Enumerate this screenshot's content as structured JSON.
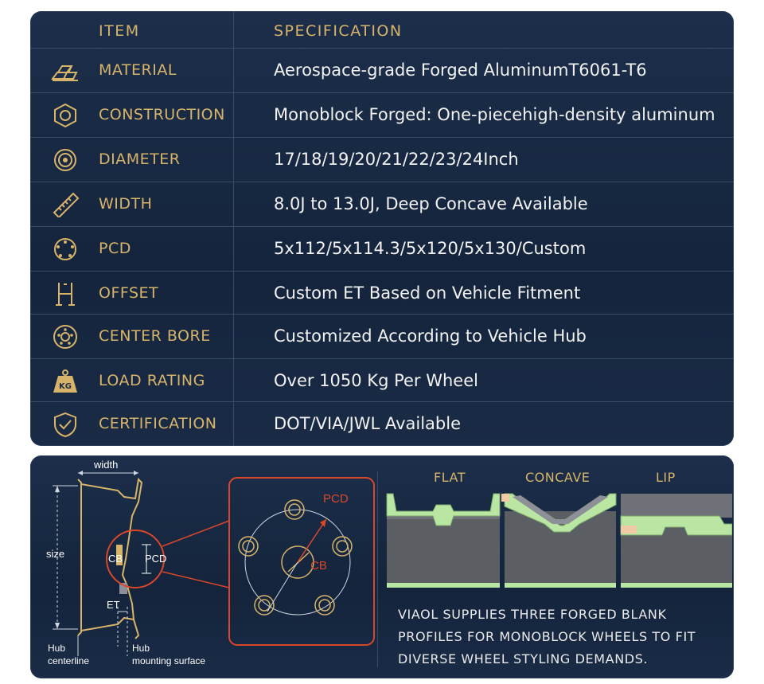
{
  "spec_table": {
    "header_item": "ITEM",
    "header_spec": "SPECIFICATION",
    "rows": [
      {
        "label": "MATERIAL",
        "value": "Aerospace-grade Forged AluminumT6061-T6",
        "icon": "gold-bars-icon"
      },
      {
        "label": "CONSTRUCTION",
        "value": "Monoblock Forged: One-piecehigh-density aluminum",
        "icon": "hex-nut-icon"
      },
      {
        "label": "DIAMETER",
        "value": "17/18/19/20/21/22/23/24Inch",
        "icon": "concentric-circle-icon"
      },
      {
        "label": "WIDTH",
        "value": "8.0J to 13.0J, Deep Concave Available",
        "icon": "ruler-icon"
      },
      {
        "label": "PCD",
        "value": "5x112/5x114.3/5x120/5x130/Custom",
        "icon": "bolt-pattern-icon"
      },
      {
        "label": "OFFSET",
        "value": "Custom ET Based on Vehicle Fitment",
        "icon": "offset-icon"
      },
      {
        "label": "CENTER BORE",
        "value": "Customized According to Vehicle Hub",
        "icon": "hub-icon"
      },
      {
        "label": "LOAD RATING",
        "value": "Over 1050 Kg Per Wheel",
        "icon": "weight-kg-icon"
      },
      {
        "label": "CERTIFICATION",
        "value": "DOT/VIA/JWL Available",
        "icon": "shield-check-icon"
      }
    ],
    "kg_text": "KG"
  },
  "diagram": {
    "width_label": "width",
    "size_label": "size",
    "cb_label": "CB",
    "pcd_label": "PCD",
    "et_label": "ET",
    "hub_centerline": "Hub\ncenterline",
    "hub_mounting": "Hub\nmounting surface",
    "zoom_pcd": "PCD",
    "zoom_cb": "CB"
  },
  "profiles": {
    "flat": "FLAT",
    "concave": "CONCAVE",
    "lip": "LIP",
    "note": "VIAOL SUPPLIES THREE FORGED BLANK PROFILES FOR MONOBLOCK WHEELS TO FIT DIVERSE WHEEL STYLING DEMANDS."
  },
  "colors": {
    "gold": "#d8b46a",
    "panel": "#1c2e4a",
    "accent_red": "#d9472b",
    "profile_green": "#b9e6a3"
  }
}
